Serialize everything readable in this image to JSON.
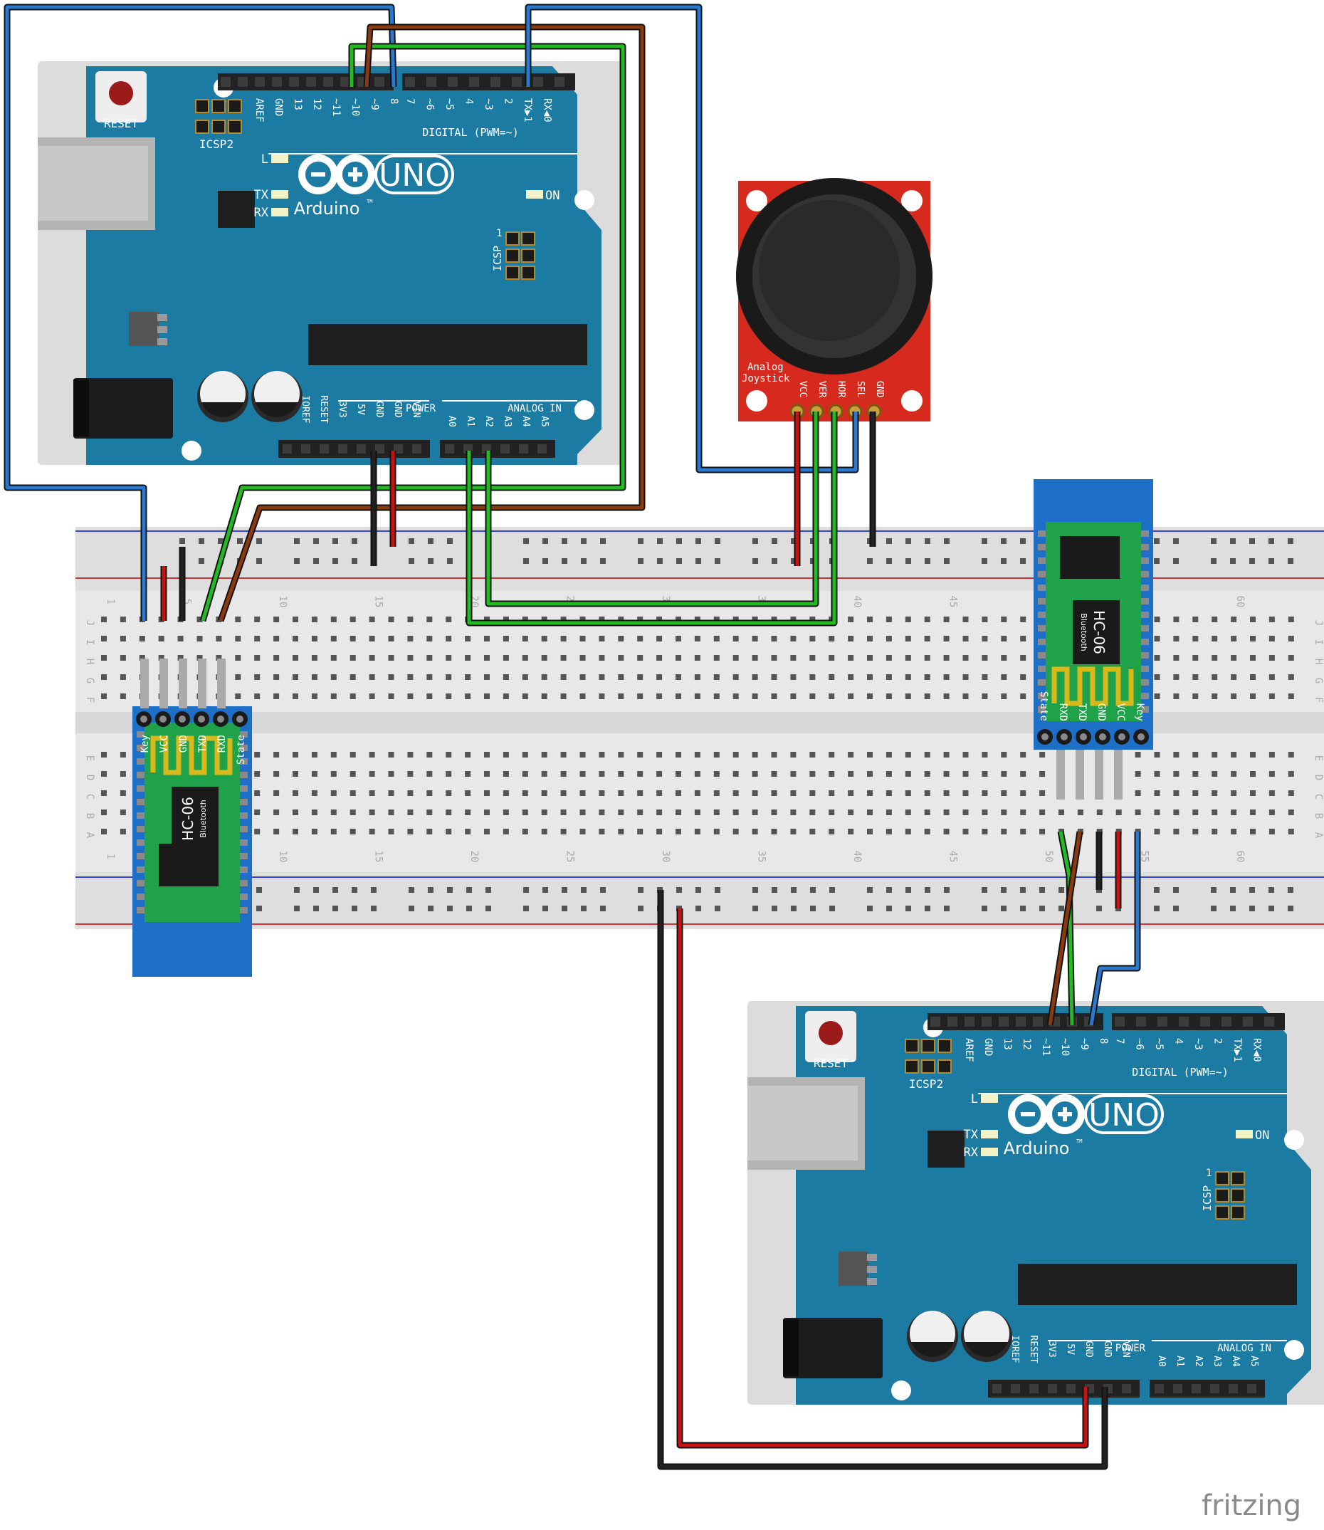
{
  "arduino": {
    "reset_label": "RESET",
    "icsp2_label": "ICSP2",
    "icsp_label": "ICSP",
    "icsp_pin1": "1",
    "uno_label": "UNO",
    "brand_label": "Arduino",
    "tm": "TM",
    "digital_label": "DIGITAL (PWM=~)",
    "power_label": "POWER",
    "analog_label": "ANALOG IN",
    "led_l": "L",
    "led_tx": "TX",
    "led_rx": "RX",
    "led_on": "ON",
    "digital_pins_high": [
      "AREF",
      "GND",
      "13",
      "12",
      "~11",
      "~10",
      "~9",
      "8"
    ],
    "digital_pins_low": [
      "7",
      "~6",
      "~5",
      "4",
      "~3",
      "2",
      "TX▶1",
      "RX◀0"
    ],
    "power_pins": [
      "IOREF",
      "RESET",
      "3V3",
      "5V",
      "GND",
      "GND",
      "VIN"
    ],
    "analog_pins": [
      "A0",
      "A1",
      "A2",
      "A3",
      "A4",
      "A5"
    ]
  },
  "joystick": {
    "label_line1": "Analog",
    "label_line2": "Joystick",
    "pins": [
      "VCC",
      "VER",
      "HOR",
      "SEL",
      "GND"
    ]
  },
  "bluetooth": {
    "model": "HC-06",
    "sub": "Bluetooth",
    "pins": [
      "Key",
      "VCC",
      "GND",
      "TXD",
      "RXD",
      "State"
    ]
  },
  "breadboard": {
    "row_letters_top": [
      "J",
      "I",
      "H",
      "G",
      "F"
    ],
    "row_letters_bottom": [
      "E",
      "D",
      "C",
      "B",
      "A"
    ],
    "column_numbers": [
      "1",
      "5",
      "10",
      "15",
      "20",
      "25",
      "30",
      "35",
      "40",
      "45",
      "50",
      "55",
      "60"
    ]
  },
  "watermark": "fritzing",
  "colors": {
    "board_blue": "#1b7ba3",
    "breadboard": "#e8e8e8",
    "wire_red": "#cc1111",
    "wire_black": "#222222",
    "wire_green": "#22bb22",
    "wire_blue": "#2a78d0",
    "wire_brown": "#8b3a10",
    "hc06_green": "#1fa24a",
    "hc06_blue": "#1e6fc8",
    "joystick_red": "#d62a1e"
  }
}
